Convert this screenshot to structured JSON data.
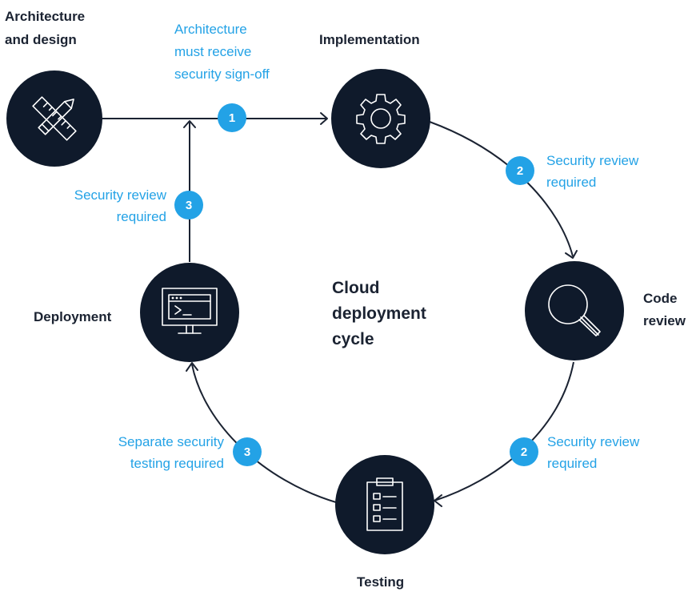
{
  "center": {
    "line1": "Cloud",
    "line2": "deployment",
    "line3": "cycle"
  },
  "stages": {
    "architecture": {
      "line1": "Architecture",
      "line2": "and design",
      "icon": "ruler-pencil-icon"
    },
    "implementation": {
      "line1": "Implementation",
      "icon": "gear-icon"
    },
    "code_review": {
      "line1": "Code",
      "line2": "review",
      "icon": "magnifier-icon"
    },
    "testing": {
      "line1": "Testing",
      "icon": "clipboard-checklist-icon"
    },
    "deployment": {
      "line1": "Deployment",
      "icon": "terminal-monitor-icon"
    }
  },
  "notes": {
    "signoff": {
      "badge": "1",
      "line1": "Architecture",
      "line2": "must receive",
      "line3": "security sign-off"
    },
    "impl_to_review": {
      "badge": "2",
      "line1": "Security review",
      "line2": "required"
    },
    "review_to_testing": {
      "badge": "2",
      "line1": "Security review",
      "line2": "required"
    },
    "testing_to_deploy": {
      "badge": "3",
      "line1": "Separate security",
      "line2": "testing required"
    },
    "deploy_to_arch": {
      "badge": "3",
      "line1": "Security review",
      "line2": "required"
    }
  },
  "colors": {
    "node": "#0f1a2b",
    "accent": "#23a2e6",
    "text": "#1b2332",
    "line": "#1b2332"
  }
}
